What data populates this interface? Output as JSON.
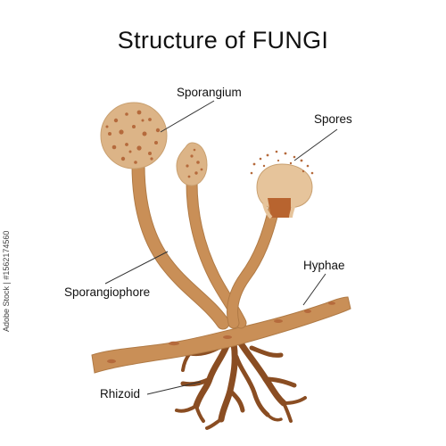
{
  "title": "Structure of FUNGI",
  "labels": {
    "sporangium": "Sporangium",
    "spores": "Spores",
    "hyphae": "Hyphae",
    "sporangiophore": "Sporangiophore",
    "rhizoid": "Rhizoid"
  },
  "side_text": "Adobe Stock | #1562174560",
  "colors": {
    "stalk": "#c98f57",
    "stalk_outline": "#b07a45",
    "sporangium": "#dcb487",
    "spots": "#b56a3c",
    "rhizoid": "#8a4d22",
    "column": "#b8642f",
    "leader_line": "#333333"
  }
}
